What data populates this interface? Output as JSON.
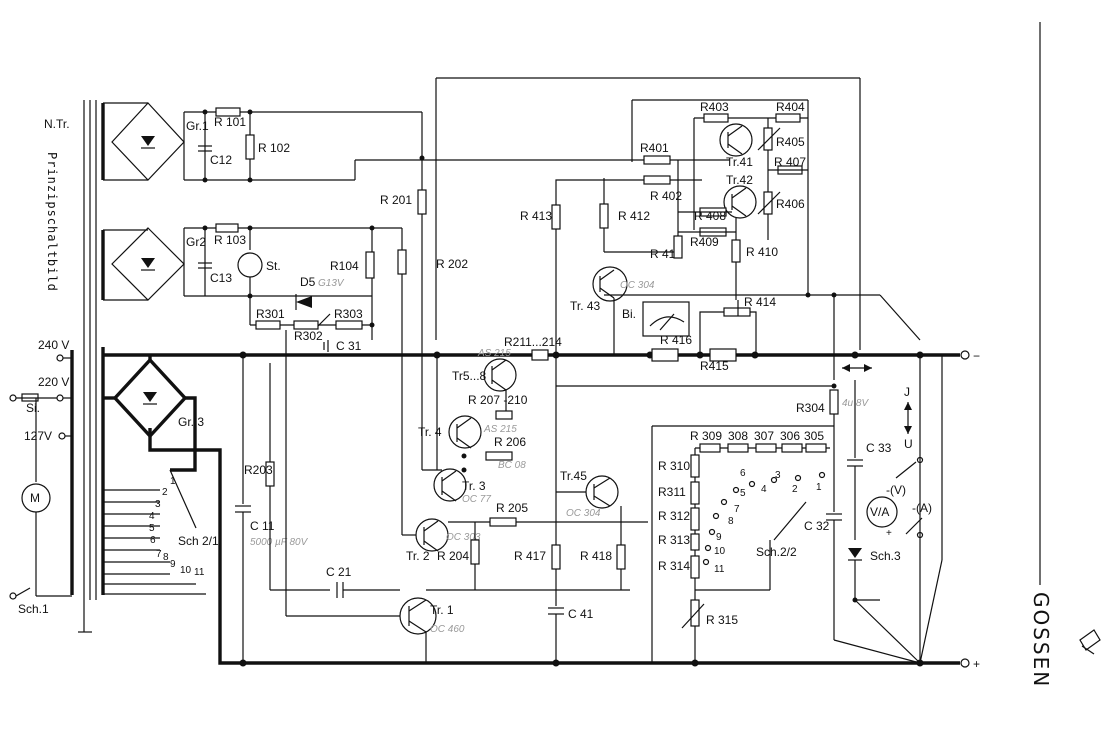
{
  "labels": {
    "n_tr": "N.Tr.",
    "title_vertical": "Prinzipschaltbild",
    "v240": "240 V",
    "v220": "220 V",
    "v127": "127V",
    "si": "Si.",
    "motor": "M",
    "sch1": "Sch.1",
    "gr1": "Gr.1",
    "gr2": "Gr2",
    "gr3": "Gr. 3",
    "r101": "R 101",
    "r102": "R 102",
    "c12": "C12",
    "r103": "R 103",
    "c13": "C13",
    "st": "St.",
    "r104": "R104",
    "d5": "D5",
    "r301": "R301",
    "r302": "R302",
    "r303": "R303",
    "c31": "C 31",
    "r201": "R 201",
    "r202": "R 202",
    "r203": "R203",
    "c11": "C 11",
    "c21": "C 21",
    "sch21": "Sch 2/1",
    "tr58": "Tr5...8",
    "r211": "R211...214",
    "r207": "R 207 -210",
    "tr4": "Tr. 4",
    "r206": "R 206",
    "tr3": "Tr. 3",
    "r205": "R 205",
    "tr2": "Tr. 2",
    "r204": "R 204",
    "tr1": "Tr. 1",
    "r417": "R 417",
    "r418": "R 418",
    "c41": "C 41",
    "tr45": "Tr.45",
    "r413": "R 413",
    "r412": "R 412",
    "r411": "R 411",
    "tr43": "Tr. 43",
    "bi": "Bi.",
    "r416": "R 416",
    "r415": "R415",
    "r414": "R 414",
    "r401": "R401",
    "r402": "R 402",
    "r403": "R403",
    "r404": "R404",
    "r405": "R405",
    "r406": "R406",
    "r407": "R 407",
    "r408": "R 408",
    "r409": "R409",
    "r410": "R 410",
    "tr41": "Tr.41",
    "tr42": "Tr.42",
    "r304": "R304",
    "r305": "305",
    "r306": "306",
    "r307": "307",
    "r308": "308",
    "r309": "R 309",
    "r310": "R 310",
    "r311": "R311",
    "r312": "R 312",
    "r313": "R 313",
    "r314": "R 314",
    "r315": "R 315",
    "c32": "C 32",
    "c33": "C 33",
    "sch22": "Sch.2/2",
    "sch3": "Sch.3",
    "va": "V/A",
    "pv": "-(V)",
    "pa": "-(A)",
    "plus_small": "+",
    "j": "J",
    "u": "U",
    "minus_term": "−",
    "plus_term": "+",
    "brand": "GOSSEN",
    "sw_left": [
      "1",
      "2",
      "3",
      "4",
      "5",
      "6",
      "7",
      "8",
      "9",
      "10",
      "11"
    ],
    "sw_right": [
      "1",
      "2",
      "3",
      "4",
      "5",
      "6",
      "7",
      "8",
      "9",
      "10",
      "11"
    ]
  },
  "pencil_notes": {
    "d5": "G13V",
    "tr58": "AS 215",
    "tr4": "AS 215",
    "r206": "BC 08",
    "tr3": "OC 77",
    "tr2": "OC 303",
    "c11": "5000 µF 80V",
    "tr1": "OC 460",
    "tr45": "OC 304",
    "tr43": "OC 304",
    "r304": "4u 8V"
  }
}
